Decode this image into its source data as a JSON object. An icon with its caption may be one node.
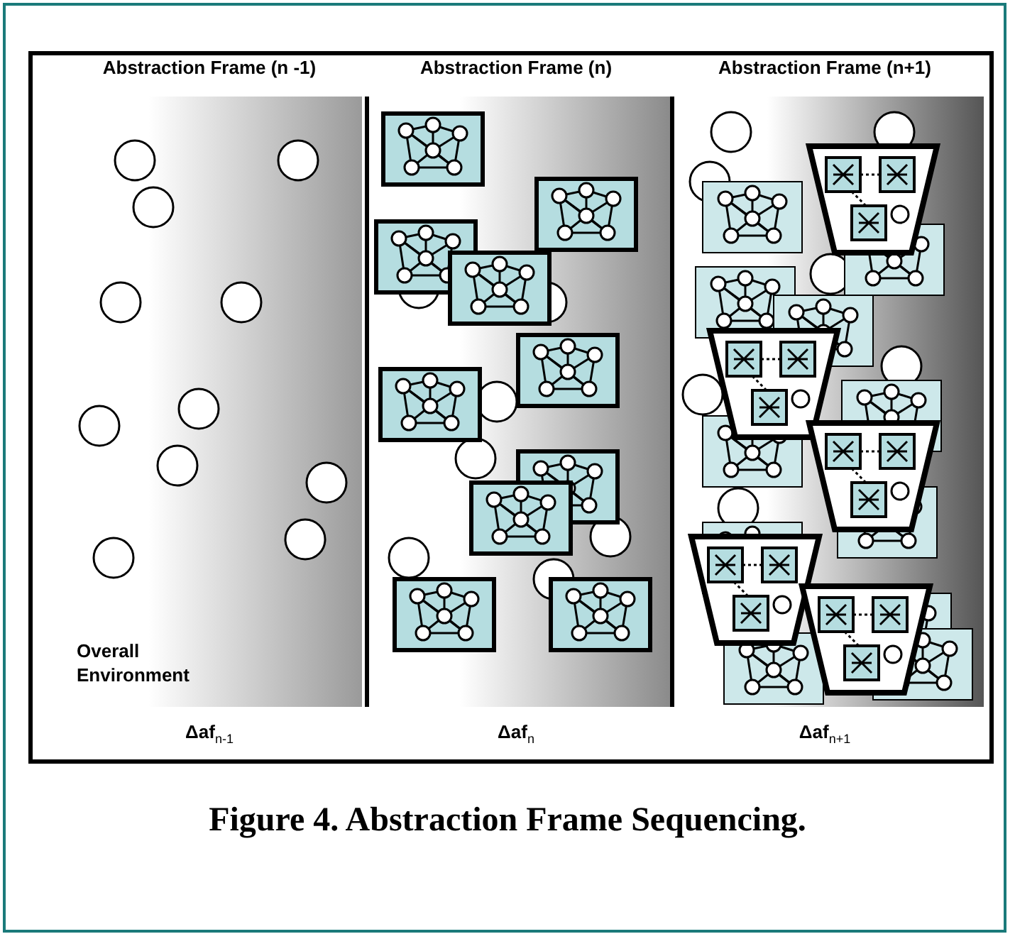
{
  "diagram": {
    "caption": "Figure 4. Abstraction Frame Sequencing.",
    "nodes": [
      {
        "text": [
          "Abstraction Frame (n -1)",
          "Overall Environment"
        ],
        "beside": [
          "Δaf$_{n-1}$"
        ]
      },
      {
        "text": [
          "Abstraction Frame (n)"
        ],
        "beside": [
          "Δaf$_{n}$"
        ]
      },
      {
        "text": [
          "Abstraction Frame (n+1)"
        ],
        "beside": [
          "Δaf$_{n+1}$"
        ]
      }
    ]
  }
}
